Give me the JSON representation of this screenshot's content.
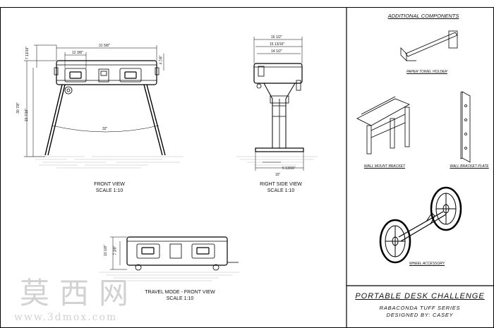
{
  "front_view": {
    "title": "FRONT VIEW",
    "scale": "SCALE 1:10",
    "dims": {
      "width": "31 5/8\"",
      "drawer_width": "12 3/8\"",
      "top_left": "7 13/16\"",
      "top_right": "4 7/8\"",
      "height_outer": "30 7/8\"",
      "height_inner": "23 7/16\"",
      "leg_span": "32\""
    }
  },
  "side_view": {
    "title": "RIGHT SIDE VIEW",
    "scale": "SCALE 1:10",
    "dims": {
      "d1": "16 1/2\"",
      "d2": "15 13/16\"",
      "d3": "14 1/2\"",
      "base_inner": "5 13/16\"",
      "base": "15\""
    }
  },
  "travel_view": {
    "title": "TRAVEL MODE - FRONT VIEW",
    "scale": "SCALE 1:10",
    "dims": {
      "outer": "10 1/8\"",
      "inner": "7 3/8\""
    }
  },
  "components": {
    "heading": "ADDITIONAL COMPONENTS",
    "paper_towel": "PAPER TOWEL HOLDER",
    "wall_mount": "WALL MOUNT BRACKET",
    "wall_plate": "WALL BRACKET PLATE",
    "wheel": "WHEEL ACCESSORY"
  },
  "title_block": {
    "title": "PORTABLE DESK CHALLENGE",
    "subtitle": "RABACONDA TUFF SERIES",
    "designer": "DESIGNED BY: CASEY"
  },
  "watermark": {
    "cn": "莫西网",
    "url": "www.3dmox.com"
  }
}
